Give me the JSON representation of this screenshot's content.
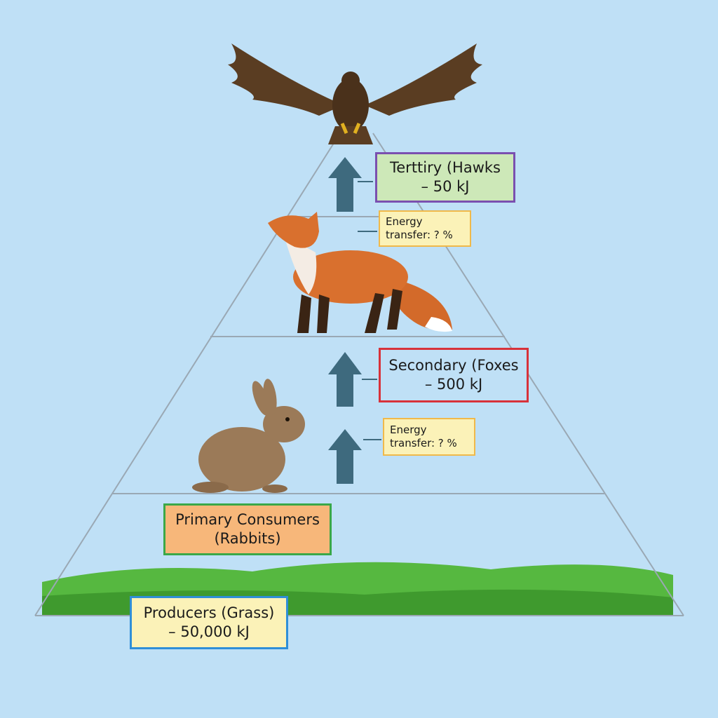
{
  "colors": {
    "background": "#bfe0f6",
    "pyramid_line": "#9aa8b4",
    "arrow": "#3e6a7e",
    "grass": "#4fb23a"
  },
  "icons": [
    "hawk-illustration",
    "fox-illustration",
    "rabbit-illustration",
    "grass-illustration"
  ],
  "labels": {
    "tertiary": {
      "line1": "Terttiry (Hawks",
      "line2": "– 50 kJ",
      "fill": "#cde8b8",
      "border": "#7a4fb0"
    },
    "energy_top": {
      "line1": "Energy",
      "line2": "transfer: ? %",
      "fill": "#fbf2b8",
      "border": "#f0b94a"
    },
    "secondary": {
      "line1": "Secondary (Foxes",
      "line2": "– 500 kJ",
      "fill": "#bfe0f6",
      "border": "#d8323a"
    },
    "energy_bottom": {
      "line1": "Energy",
      "line2": "transfer: ? %",
      "fill": "#fbf2b8",
      "border": "#f0b94a"
    },
    "primary": {
      "line1": "Primary Consumers",
      "line2": "(Rabbits)",
      "fill": "#f7b77a",
      "border": "#3aa848"
    },
    "producers": {
      "line1": "Producers (Grass)",
      "line2": "– 50,000 kJ",
      "fill": "#fbf2b8",
      "border": "#2f8fd8"
    }
  }
}
